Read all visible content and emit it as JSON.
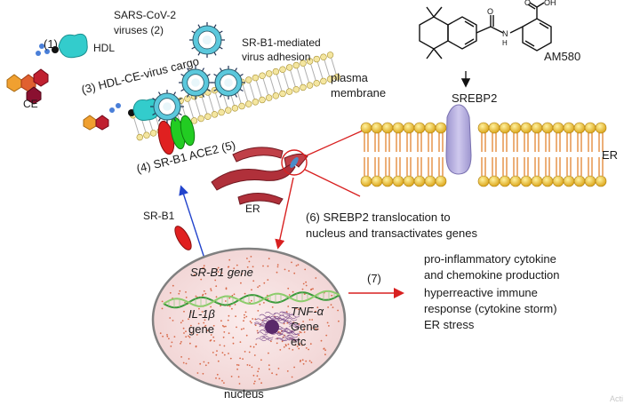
{
  "labels": {
    "step1": "(1)",
    "hdl": "HDL",
    "ce": "CE",
    "sars_line1": "SARS-CoV-2",
    "sars_line2": "viruses (2)",
    "adhesion_line1": "SR-B1-mediated",
    "adhesion_line2": "virus adhesion",
    "cargo": "(3) HDL-CE-virus cargo",
    "plasma_line1": "plasma",
    "plasma_line2": "membrane",
    "receptors": "(4) SR-B1  ACE2 (5)",
    "am580": "AM580",
    "srebp2": "SREBP2",
    "er_right": "ER",
    "er_small": "ER",
    "step6_line1": "(6) SREBP2 translocation to",
    "step6_line2": "nucleus and transactivates genes",
    "srb1_left": "SR-B1",
    "srb1_gene": "SR-B1 gene",
    "il1b_line1": "IL-1β",
    "il1b_line2": "gene",
    "tnfa_line1": "TNF-α",
    "tnfa_line2": "Gene",
    "tnfa_line3": "etc",
    "nucleus": "nucleus",
    "step7": "(7)",
    "outcome_line1": "pro-inflammatory cytokine",
    "outcome_line2": "and chemokine production",
    "outcome_line3": "hyperreactive immune",
    "outcome_line4": "response (cytokine storm)",
    "outcome_line5": "ER stress",
    "watermark": "Acti"
  },
  "colors": {
    "hdl": "#33cccc",
    "virus": "#5bc8dc",
    "srb1": "#e02020",
    "ace2": "#22cc22",
    "srebp2": "#b0a8d8",
    "lipid_head": "#f0c020",
    "lipid_tail": "#e07a20",
    "nucleus_fill": "#f7e4e4",
    "er": "#b0303a",
    "arrow_red": "#d82020",
    "arrow_blue": "#2244cc"
  }
}
